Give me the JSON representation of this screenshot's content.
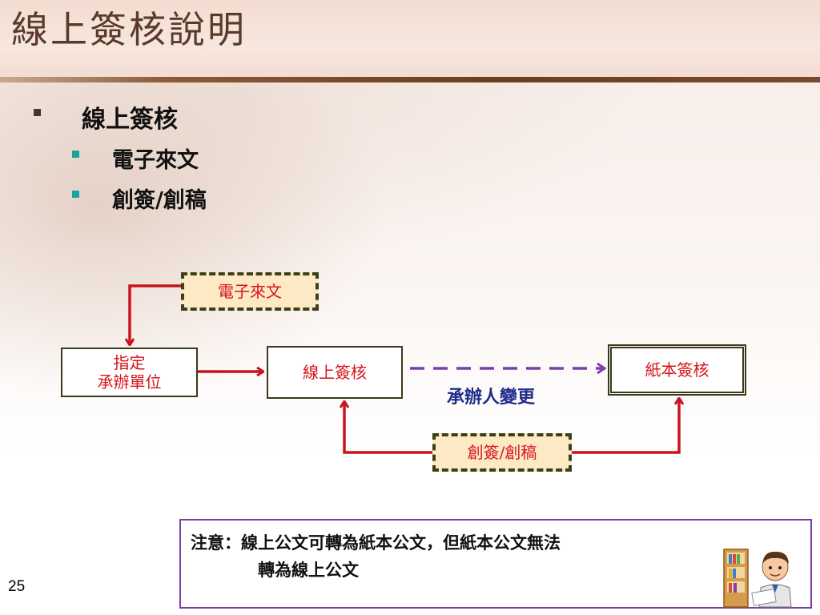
{
  "slide": {
    "title": "線上簽核說明",
    "page_number": "25"
  },
  "bullets": {
    "level1": "線上簽核",
    "level2": [
      "電子來文",
      "創簽/創稿"
    ]
  },
  "diagram": {
    "electronic_doc": "電子來文",
    "assign_unit_line1": "指定",
    "assign_unit_line2": "承辦單位",
    "online_signoff": "線上簽核",
    "paper_signoff": "紙本簽核",
    "new_draft": "創簽/創稿",
    "handler_change": "承辦人變更"
  },
  "note": {
    "line1": "注意：線上公文可轉為紙本公文，但紙本公文無法",
    "line2": "轉為線上公文"
  },
  "colors": {
    "arrow_red": "#c8141c",
    "dashed_arrow_purple": "#7b3fb0",
    "box_text_red": "#d5141b",
    "label_blue": "#1e2b8c",
    "dash_box_fill": "#fde9c4"
  }
}
